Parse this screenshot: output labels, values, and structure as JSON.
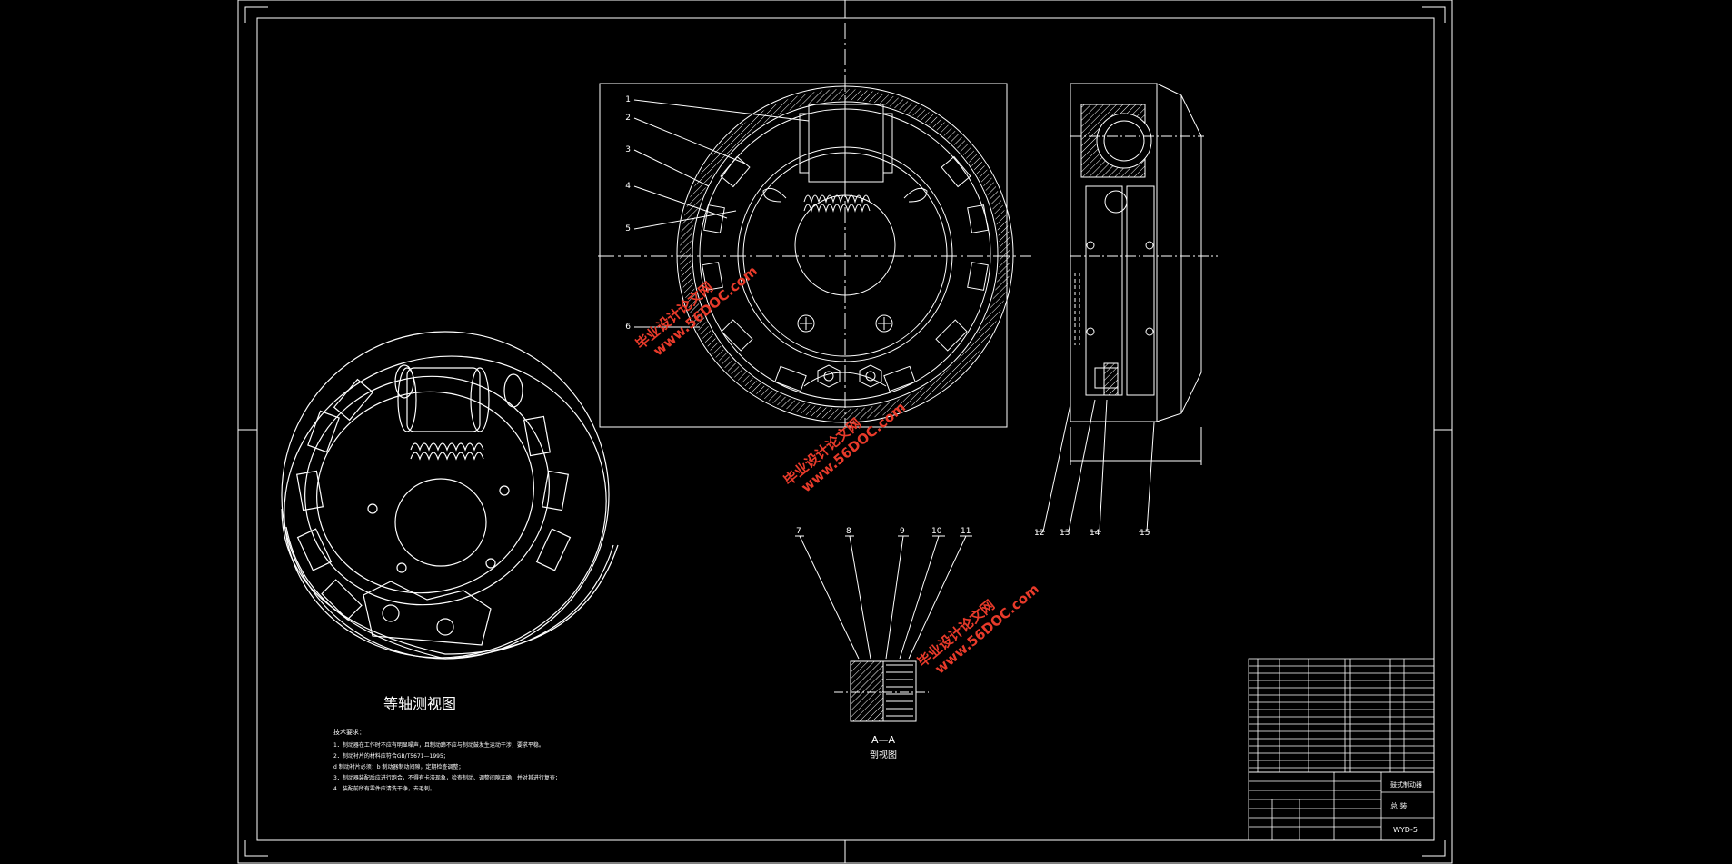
{
  "drawing": {
    "iso_view_title": "等轴测视图",
    "section_label": "A—A",
    "section_title": "剖视图",
    "balloons": {
      "b1": "1",
      "b2": "2",
      "b3": "3",
      "b4": "4",
      "b5": "5",
      "b6": "6",
      "b7": "7",
      "b8": "8",
      "b9": "9",
      "b10": "10",
      "b11": "11",
      "b12": "12",
      "b13": "13",
      "b14": "14",
      "b15": "15"
    },
    "tech_requirements": {
      "title": "技术要求：",
      "l1": "1．制动器在工作时不应有明显噪声，且制动蹄不应与制动鼓发生运动干涉，要求平稳。",
      "l2": "2．制动衬片的材料应符合GB/T5671—1995；",
      "l3": "   d 制动衬片必须：b 制动器制动间隙，定期检查调整；",
      "l4": "3．制动器装配后应进行跑合，不得有卡滞现象，检查制动、调整间隙正确，并对其进行复查；",
      "l5": "4．装配前所有零件应清洗干净，去毛刺。"
    },
    "title_block": {
      "project": "鼓式制动器",
      "drawing_no": "WYD-5",
      "name": "总 装"
    },
    "watermark": {
      "text_cn": "毕业设计论文网",
      "url": "www.56DOC.com"
    }
  }
}
